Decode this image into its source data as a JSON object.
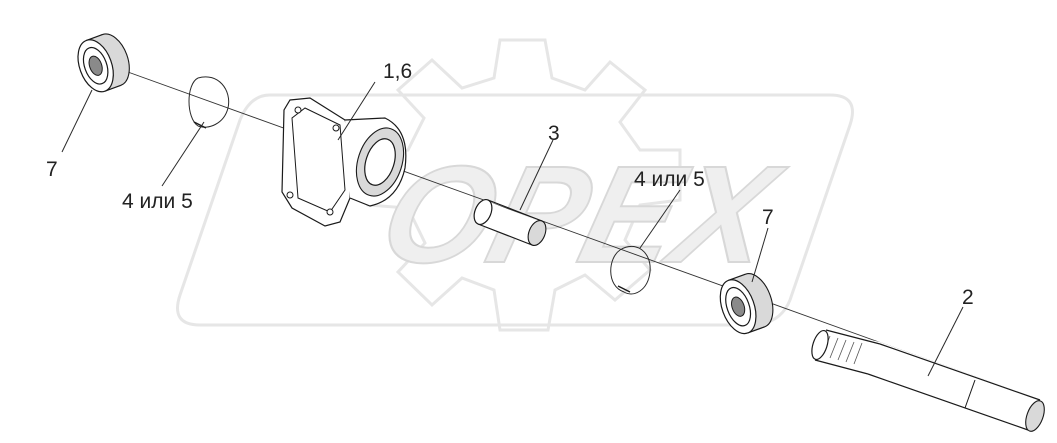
{
  "watermark": {
    "text": "OPEX",
    "color": "#ededed"
  },
  "callouts": {
    "bearing_left": "7",
    "ring_left": "4 или 5",
    "housing": "1,6",
    "bushing": "3",
    "ring_right": "4 или 5",
    "bearing_right": "7",
    "shaft": "2"
  },
  "colors": {
    "line": "#1a1a1a",
    "shade": "#d9d9d9"
  }
}
